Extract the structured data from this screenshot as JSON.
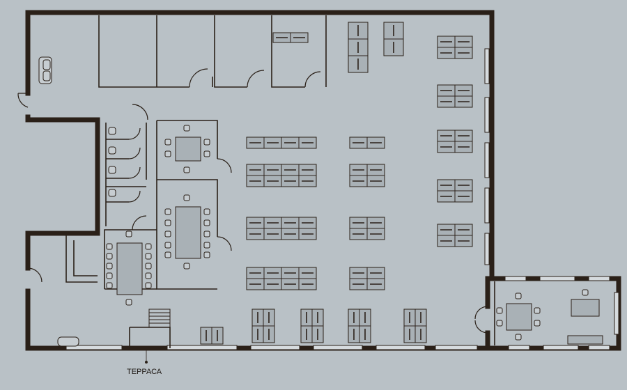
{
  "floorplan": {
    "colors": {
      "background": "#b9c1c6",
      "wall": "#2a2018",
      "line": "#2a2018",
      "furniture": "#a9b1b6",
      "chair": "#c7cdd1"
    },
    "labels": {
      "terrace": "ТЕРРАСА"
    },
    "rooms": [
      "office-1",
      "office-2",
      "office-3",
      "office-4",
      "meeting-room-small",
      "meeting-room-large",
      "meeting-room-left",
      "restrooms",
      "corner-office",
      "open-space"
    ]
  }
}
